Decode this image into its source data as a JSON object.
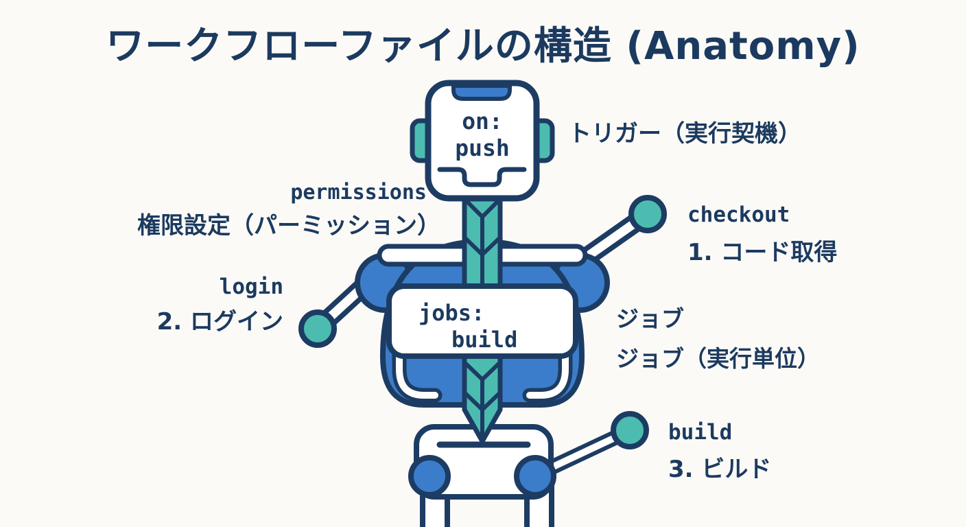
{
  "title": "ワークフローファイルの構造 (Anatomy)",
  "colors": {
    "navy": "#1d3c63",
    "text": "#1c3a5f",
    "blue": "#3b7dca",
    "teal": "#4cbcb1",
    "white": "#ffffff",
    "background": "#fbfaf7"
  },
  "robot": {
    "head_code": {
      "line1": "on:",
      "line2": "push"
    },
    "body_code": {
      "line1": "jobs:",
      "line2": "build"
    }
  },
  "labels": {
    "trigger": {
      "jp": "トリガー（実行契機）"
    },
    "permissions": {
      "code": "permissions",
      "jp": "権限設定（パーミッション）"
    },
    "checkout": {
      "code": "checkout",
      "jp": "1. コード取得"
    },
    "login": {
      "code": "login",
      "jp": "2. ログイン"
    },
    "job": {
      "jp_line1": "ジョブ",
      "jp_line2": "ジョブ（実行単位）"
    },
    "build": {
      "code": "build",
      "jp": "3. ビルド"
    }
  }
}
